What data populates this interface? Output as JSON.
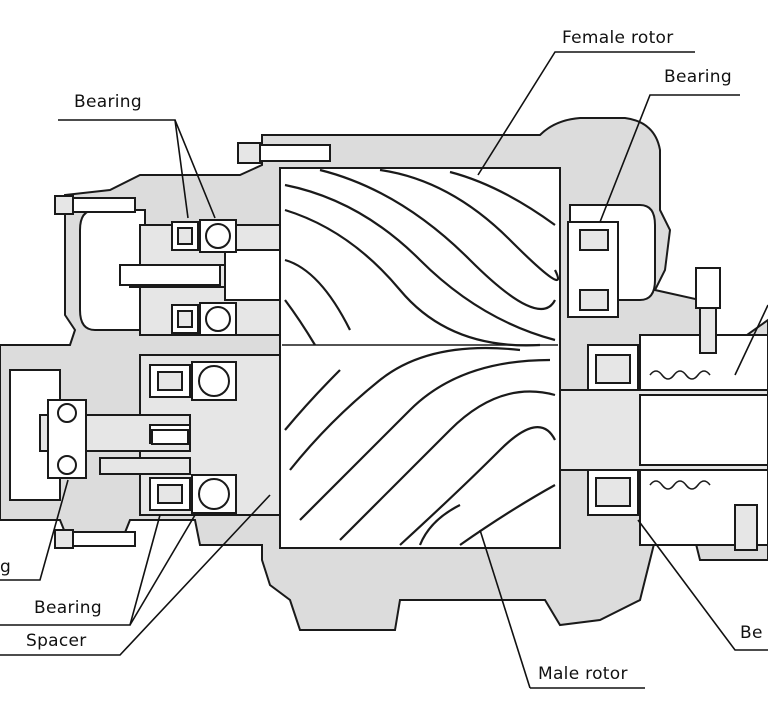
{
  "labels": {
    "female_rotor": "Female rotor",
    "bearing_top_left": "Bearing",
    "bearing_top_right": "Bearing",
    "bearing_bottom_left": "Bearing",
    "spacer": "Spacer",
    "male_rotor": "Male rotor",
    "bearing_bottom_right_partial": "Be",
    "bearing_left_partial": "g"
  }
}
